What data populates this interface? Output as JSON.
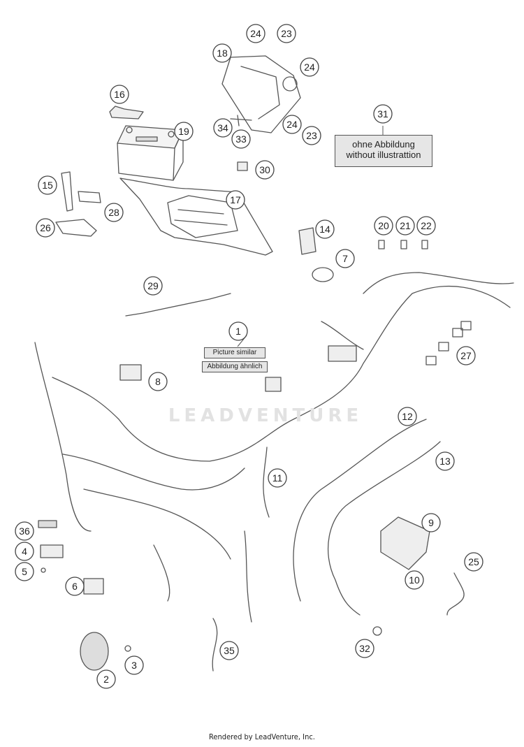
{
  "callouts": [
    "1",
    "2",
    "3",
    "4",
    "5",
    "6",
    "7",
    "8",
    "9",
    "10",
    "11",
    "12",
    "13",
    "14",
    "15",
    "16",
    "17",
    "18",
    "19",
    "20",
    "21",
    "22",
    "23",
    "23",
    "24",
    "24",
    "24",
    "25",
    "26",
    "27",
    "28",
    "29",
    "30",
    "31",
    "32",
    "33",
    "34",
    "35",
    "36"
  ],
  "note_31": {
    "line1": "ohne Abbildung",
    "line2": "without illustrattion"
  },
  "note_1": {
    "line1": "Picture similar",
    "line2": "Abbildung ähnlich"
  },
  "watermark": "LEADVENTURE",
  "footer": "Rendered by LeadVenture, Inc.",
  "colors": {
    "line": "#444444",
    "callout_fill": "#ffffff",
    "label_bg": "#e6e6e6"
  }
}
